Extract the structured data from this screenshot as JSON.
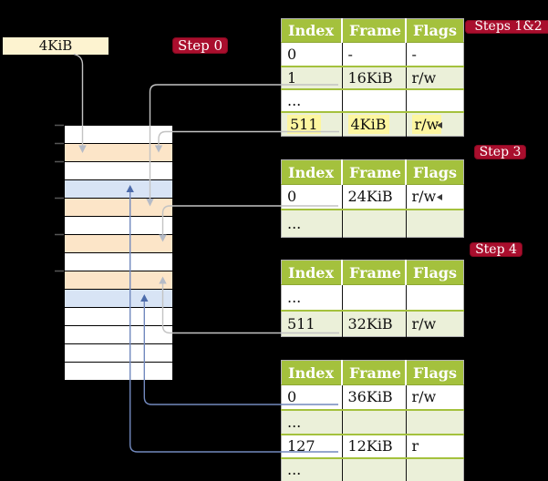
{
  "label_box": {
    "text": "4KiB"
  },
  "badges": {
    "step0": "Step 0",
    "steps12": "Steps 1&2",
    "step3": "Step 3",
    "step4": "Step 4"
  },
  "memory_column": {
    "rows": [
      "plain",
      "orange",
      "plain",
      "blue",
      "orange",
      "plain",
      "orange",
      "plain",
      "orange",
      "blue",
      "plain",
      "plain",
      "plain",
      "plain"
    ],
    "tick_rows": [
      0,
      1,
      2,
      4,
      6,
      8
    ]
  },
  "tables": [
    {
      "id": "table-steps12",
      "headers": [
        "Index",
        "Frame",
        "Flags"
      ],
      "rows": [
        {
          "cells": [
            "0",
            "-",
            "-"
          ],
          "shaded": false,
          "highlighted": false
        },
        {
          "cells": [
            "1",
            "16KiB",
            "r/w"
          ],
          "shaded": true,
          "highlighted": false
        },
        {
          "cells": [
            "...",
            "",
            ""
          ],
          "shaded": false,
          "highlighted": false
        },
        {
          "cells": [
            "511",
            "4KiB",
            "r/w"
          ],
          "shaded": true,
          "highlighted": true
        }
      ]
    },
    {
      "id": "table-step3",
      "headers": [
        "Index",
        "Frame",
        "Flags"
      ],
      "rows": [
        {
          "cells": [
            "0",
            "24KiB",
            "r/w"
          ],
          "shaded": false,
          "highlighted": false
        },
        {
          "cells": [
            "...",
            "",
            ""
          ],
          "shaded": true,
          "highlighted": false
        }
      ]
    },
    {
      "id": "table-step4a",
      "headers": [
        "Index",
        "Frame",
        "Flags"
      ],
      "rows": [
        {
          "cells": [
            "...",
            "",
            ""
          ],
          "shaded": false,
          "highlighted": false
        },
        {
          "cells": [
            "511",
            "32KiB",
            "r/w"
          ],
          "shaded": true,
          "highlighted": false
        }
      ]
    },
    {
      "id": "table-step4b",
      "headers": [
        "Index",
        "Frame",
        "Flags"
      ],
      "rows": [
        {
          "cells": [
            "0",
            "36KiB",
            "r/w"
          ],
          "shaded": false,
          "highlighted": false
        },
        {
          "cells": [
            "...",
            "",
            ""
          ],
          "shaded": true,
          "highlighted": false
        },
        {
          "cells": [
            "127",
            "12KiB",
            "r"
          ],
          "shaded": false,
          "highlighted": false
        },
        {
          "cells": [
            "...",
            "",
            ""
          ],
          "shaded": true,
          "highlighted": false
        }
      ]
    }
  ],
  "colors": {
    "header_green": "#a4c13d",
    "row_green": "#ebf0d9",
    "highlight_yellow": "#fdf6a0",
    "badge_crimson": "#a90e2d",
    "box_cream": "#fdf3d0",
    "memory_orange": "#fce5c8",
    "memory_blue": "#d8e4f5",
    "connector_gray": "#c3c3c3",
    "connector_blue": "#7289be"
  }
}
